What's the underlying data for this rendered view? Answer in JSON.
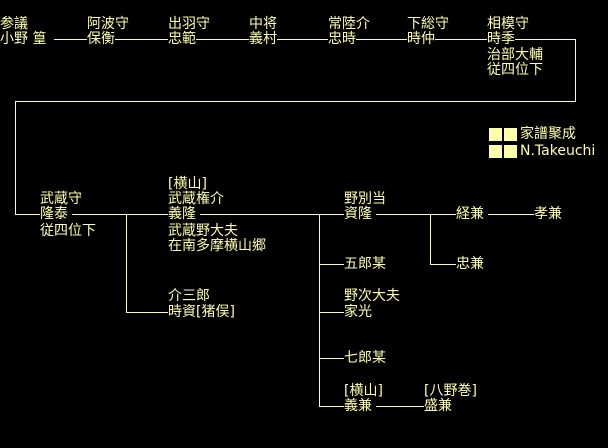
{
  "people": {
    "p1": {
      "title": "参議",
      "name": "小野 篁"
    },
    "p2": {
      "title": "阿波守",
      "name": "保衡"
    },
    "p3": {
      "title": "出羽守",
      "name": "忠範"
    },
    "p4": {
      "title": "中将",
      "name": "義村"
    },
    "p5": {
      "title": "常陸介",
      "name": "忠時"
    },
    "p6": {
      "title": "下総守",
      "name": "時仲"
    },
    "p7": {
      "title": "相模守",
      "name": "時季",
      "note1": "治部大輔",
      "note2": "従四位下"
    },
    "p8": {
      "title": "武蔵守",
      "name": "隆泰",
      "note1": "従四位下"
    },
    "p9": {
      "bracket": "[横山]",
      "title": "武蔵権介",
      "name": "義隆",
      "note1": "武蔵野大夫",
      "note2": "在南多摩横山郷"
    },
    "p10": {
      "title": "介三郎",
      "name": "時資[猪俣]"
    },
    "p11": {
      "title": "野別当",
      "name": "資隆"
    },
    "p12": {
      "name": "五郎某"
    },
    "p13": {
      "title": "野次大夫",
      "name": "家光"
    },
    "p14": {
      "name": "七郎某"
    },
    "p15": {
      "bracket": "[横山]",
      "name": "義兼"
    },
    "p16": {
      "name": "経兼"
    },
    "p17": {
      "name": "孝兼"
    },
    "p18": {
      "name": "忠兼"
    },
    "p19": {
      "bracket": "[八野巻]",
      "name": "盛兼"
    }
  },
  "credit": {
    "line1": "家譜聚成",
    "line2": "N.Takeuchi"
  },
  "colors": {
    "background": "#000000",
    "foreground": "#ffffaa"
  }
}
